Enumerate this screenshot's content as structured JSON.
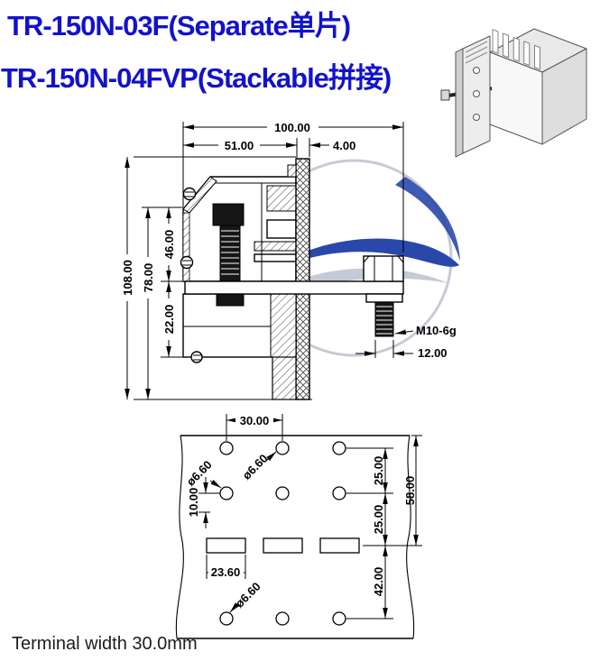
{
  "title": {
    "line1": "TR-150N-03F(Separate单片)",
    "line2": "TR-150N-04FVP(Stackable拼接)"
  },
  "colors": {
    "title_blue": "#1212cc",
    "watermark_blue": "#1e3fa6",
    "watermark_gray": "#c2c8d4",
    "line_black": "#000000"
  },
  "section_view": {
    "dim_width_total": "100.00",
    "dim_width_body": "51.00",
    "dim_wall": "4.00",
    "dim_height_total": "108.00",
    "dim_height_78": "78.00",
    "dim_height_46": "46.00",
    "dim_height_22": "22.00",
    "thread_spec": "M10-6g",
    "dim_stud": "12.00"
  },
  "hole_view": {
    "dim_pitch": "30.00",
    "dia_hole_a": "ø6.60",
    "dia_hole_b": "ø6.60",
    "dia_hole_c": "ø6.60",
    "dim_row_top": "25.00",
    "dim_row_mid": "25.00",
    "dim_edge": "58.00",
    "dim_offset": "10.00",
    "dim_slot": "23.60",
    "dim_row_bottom": "42.00"
  },
  "footer": {
    "note": "Terminal width 30.0mm"
  }
}
